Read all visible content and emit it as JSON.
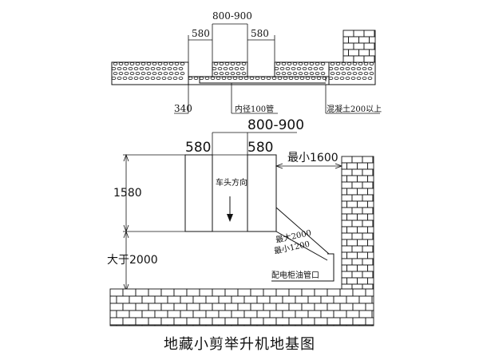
{
  "title": "地藏小剪举升机地基图",
  "top_section": {
    "dim_800_900": "800-900",
    "dim_580_left": "580",
    "dim_580_right": "580",
    "dim_340": "340",
    "pipe_label": "内径100管",
    "concrete_label": "混凝土200以上"
  },
  "plan_section": {
    "dim_800_900": "800-900",
    "dim_580_left": "580",
    "dim_580_right": "580",
    "min_1600": "最小1600",
    "dim_1580": "1580",
    "gt_2000": "大于2000",
    "direction_label": "车头方向",
    "max_2000": "最大2000",
    "min_1200": "最小1200",
    "pipe_label": "配电柜油管口"
  }
}
